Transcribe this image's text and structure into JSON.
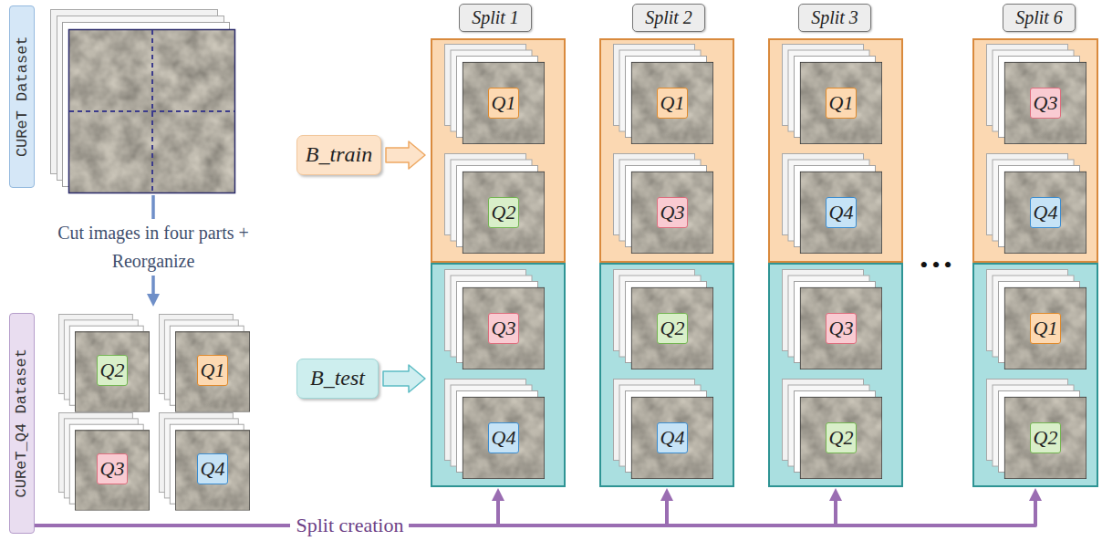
{
  "diagram": {
    "nodes": [
      {
        "text": [
          "CUReT Dataset"
        ]
      },
      {
        "text": [
          "CUReT_Q4 Dataset"
        ]
      },
      {
        "text": [
          "Q2"
        ]
      },
      {
        "text": [
          "Q1"
        ]
      },
      {
        "text": [
          "Q3"
        ]
      },
      {
        "text": [
          "Q4"
        ]
      },
      {
        "text": [
          "B_train"
        ]
      },
      {
        "text": [
          "B_test"
        ]
      },
      {
        "text": [
          "Split 1"
        ]
      },
      {
        "text": []
      },
      {
        "text": [
          "Q1"
        ],
        "in": 9
      },
      {
        "text": [
          "Q2"
        ],
        "in": 9
      },
      {
        "text": []
      },
      {
        "text": [
          "Q3"
        ],
        "in": 12
      },
      {
        "text": [
          "Q4"
        ],
        "in": 12
      },
      {
        "text": [
          "Split 2"
        ]
      },
      {
        "text": []
      },
      {
        "text": [
          "Q1"
        ],
        "in": 16
      },
      {
        "text": [
          "Q3"
        ],
        "in": 16
      },
      {
        "text": []
      },
      {
        "text": [
          "Q2"
        ],
        "in": 19
      },
      {
        "text": [
          "Q4"
        ],
        "in": 19
      },
      {
        "text": [
          "Split 3"
        ]
      },
      {
        "text": []
      },
      {
        "text": [
          "Q1"
        ],
        "in": 23
      },
      {
        "text": [
          "Q4"
        ],
        "in": 23
      },
      {
        "text": []
      },
      {
        "text": [
          "Q3"
        ],
        "in": 26
      },
      {
        "text": [
          "Q2"
        ],
        "in": 26
      },
      {
        "text": [
          "Split 6"
        ]
      },
      {
        "text": []
      },
      {
        "text": [
          "Q3"
        ],
        "in": 30
      },
      {
        "text": [
          "Q4"
        ],
        "in": 30
      },
      {
        "text": []
      },
      {
        "text": [
          "Q1"
        ],
        "in": 33
      },
      {
        "text": [
          "Q2"
        ],
        "in": 33
      }
    ],
    "edges": [
      {
        "from": 6,
        "to": 9,
        "arrow": "to"
      },
      {
        "from": 7,
        "to": 12,
        "arrow": "to"
      },
      {
        "from": 1,
        "to": 12,
        "arrow": "to",
        "label": "Split creation"
      },
      {
        "from": 1,
        "to": 19,
        "arrow": "to"
      },
      {
        "from": 1,
        "to": 26,
        "arrow": "to"
      },
      {
        "from": 1,
        "to": 33,
        "arrow": "to"
      }
    ],
    "labels": [
      "Cut images in four parts + Reorganize",
      "•••"
    ]
  }
}
